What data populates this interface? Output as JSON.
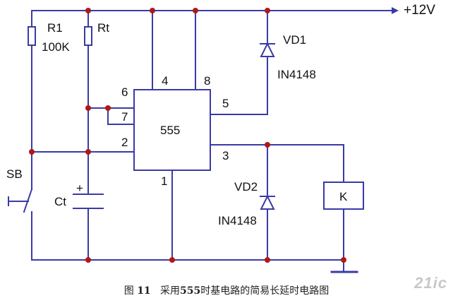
{
  "supply": {
    "label": "+12V"
  },
  "resistors": {
    "r1": {
      "name": "R1",
      "value": "100K"
    },
    "rt": {
      "name": "Rt"
    }
  },
  "ic": {
    "name": "555",
    "pins": {
      "p1": "1",
      "p2": "2",
      "p3": "3",
      "p4": "4",
      "p5": "5",
      "p6": "6",
      "p7": "7",
      "p8": "8"
    }
  },
  "diodes": {
    "vd1": {
      "name": "VD1",
      "part": "IN4148"
    },
    "vd2": {
      "name": "VD2",
      "part": "IN4148"
    }
  },
  "switch": {
    "name": "SB"
  },
  "capacitor": {
    "name": "Ct",
    "polarity": "+"
  },
  "relay": {
    "name": "K"
  },
  "caption": {
    "prefix": "图",
    "number": "11",
    "mid": "采用",
    "chip": "555",
    "rest": "时基电路的简易长延时电路图"
  },
  "colors": {
    "wire": "#3a3aa8",
    "junction": "#b01818"
  }
}
